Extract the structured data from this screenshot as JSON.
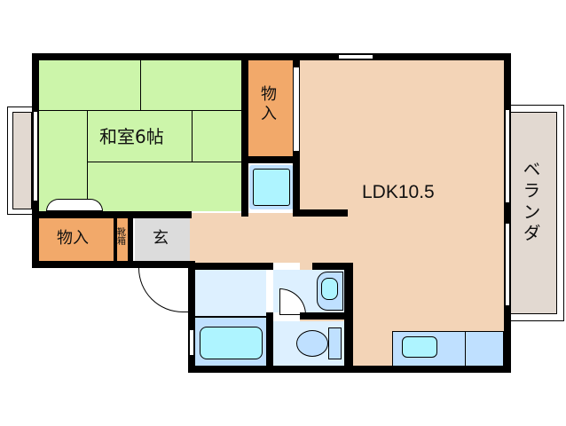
{
  "rooms": {
    "washitsu": {
      "label": "和室6帖",
      "color": "#ccf5aa"
    },
    "closet_left": {
      "label": "物入",
      "color": "#f2a96a"
    },
    "shoe_box": {
      "label": "靴箱",
      "color": "#f2a96a"
    },
    "entrance": {
      "label": "玄",
      "color": "#dcdcdc"
    },
    "closet_upper": {
      "label": "物入",
      "color": "#f2a96a"
    },
    "ldk": {
      "label": "LDK10.5",
      "color": "#f3d4b7"
    },
    "veranda": {
      "label": "ベランダ",
      "color": "#e2d9d1"
    },
    "wet_area": {
      "color": "#ddf0ff"
    },
    "fixtures": {
      "color": "#bfe0ff"
    },
    "water": {
      "color": "#aef4ff"
    }
  }
}
